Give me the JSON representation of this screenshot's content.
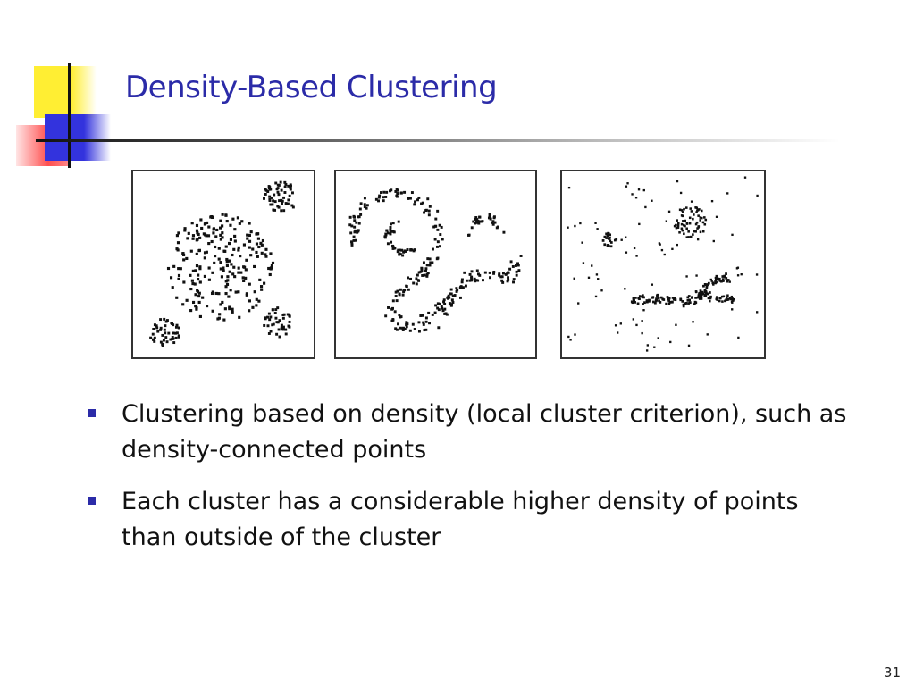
{
  "slide": {
    "title": "Density-Based Clustering",
    "bullets": [
      "Clustering based on density (local cluster criterion), such as density-connected points",
      "Each cluster has a considerable higher density of points than outside of the cluster"
    ],
    "page_number": "31"
  },
  "colors": {
    "title": "#2b2ba8",
    "bullet_marker": "#2b2ba8",
    "logo_yellow": "#ffee33",
    "logo_blue": "#3333dd",
    "logo_red": "#ff4040"
  },
  "figures": [
    {
      "name": "blob-clusters"
    },
    {
      "name": "arbitrary-shape-clusters"
    },
    {
      "name": "noisy-clusters"
    }
  ]
}
